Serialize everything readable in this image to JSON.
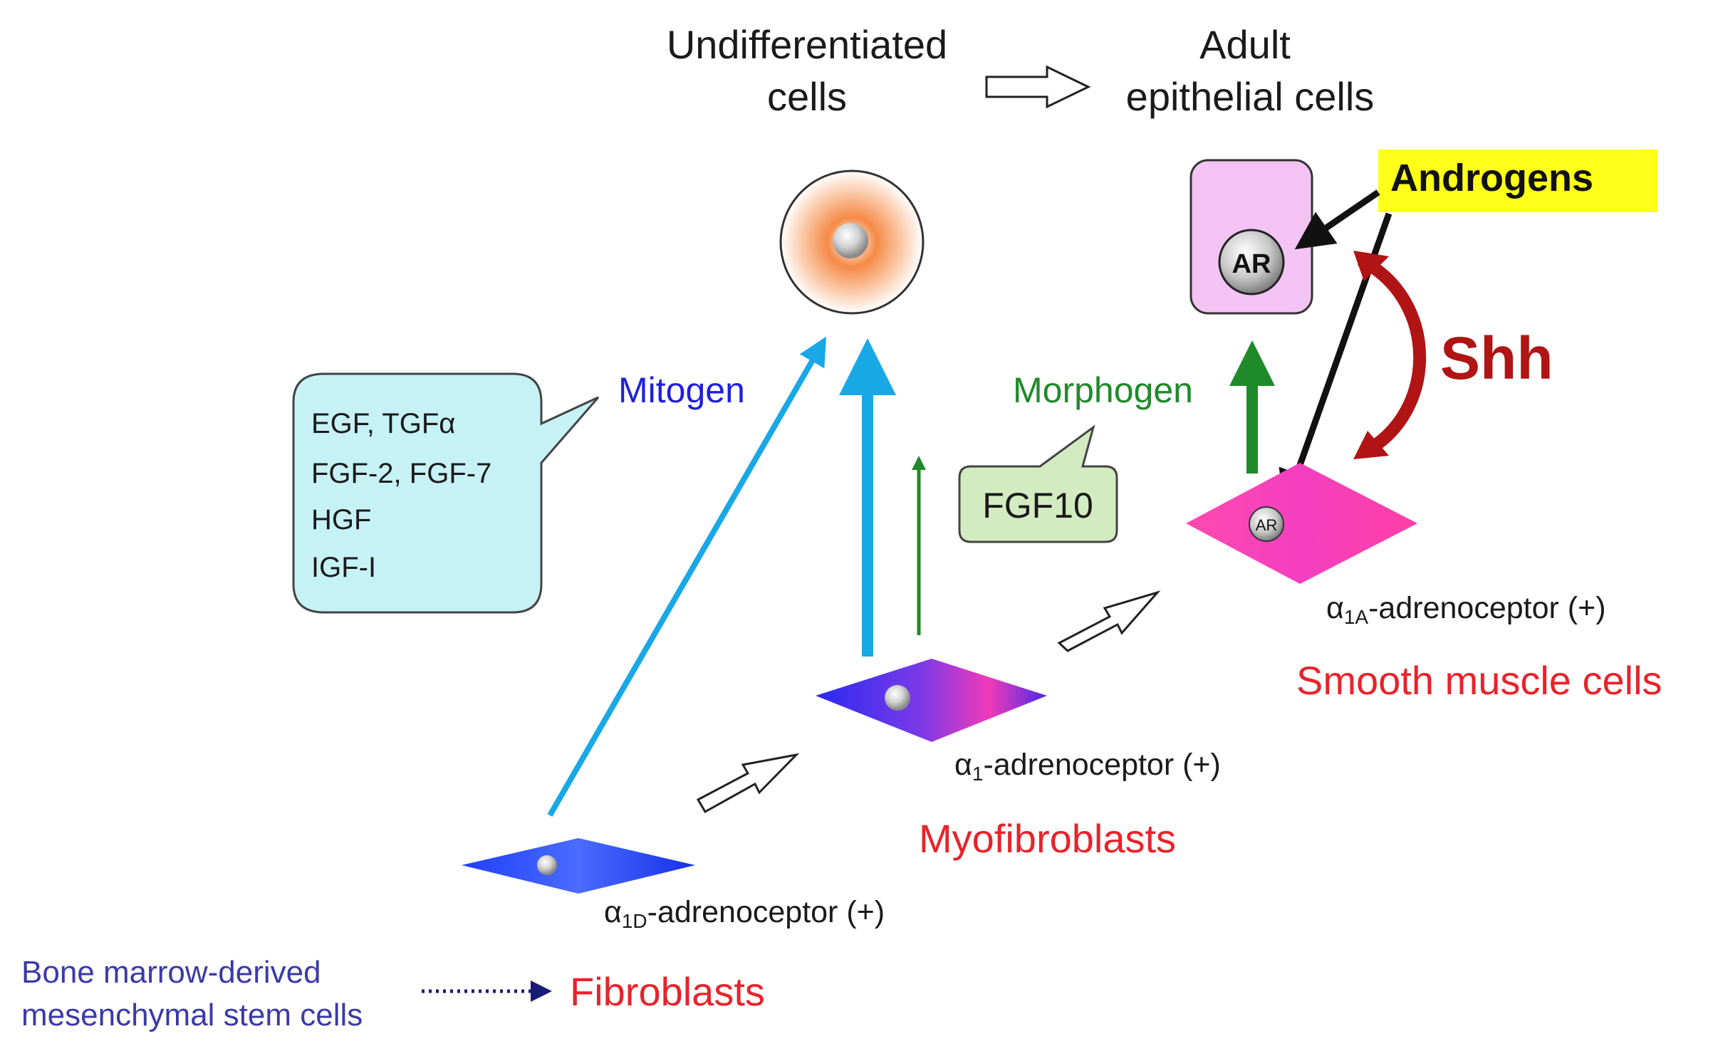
{
  "top": {
    "undiff_line1": "Undifferentiated",
    "undiff_line2": "cells",
    "adult_line1": "Adult",
    "adult_line2": "epithelial cells"
  },
  "androgens": "Androgens",
  "ar_large": "AR",
  "ar_small": "AR",
  "shh": "Shh",
  "mitogen": "Mitogen",
  "morphogen": "Morphogen",
  "fgf10": "FGF10",
  "growth_factors": [
    "EGF, TGFα",
    "FGF-2, FGF-7",
    "HGF",
    "IGF-I"
  ],
  "receptors": {
    "alpha_symbol": "α",
    "a1a_sub": "1A",
    "a1_sub": "1",
    "a1d_sub": "1D",
    "suffix": "-adrenoceptor (+)"
  },
  "cell_types": {
    "smooth_muscle": "Smooth muscle cells",
    "myofibroblasts": "Myofibroblasts",
    "fibroblasts": "Fibroblasts"
  },
  "stem_cells": {
    "line1": "Bone marrow-derived",
    "line2": "mesenchymal stem cells"
  },
  "colors": {
    "mitogen": "#1f1fe0",
    "morphogen": "#1f8a2a",
    "cell_label_red": "#e8232b",
    "shh": "#b01414",
    "androgens_bg": "#ffff1a",
    "stem_text": "#3a3aa8",
    "bubble_cyan": "#c6f2f6",
    "bubble_green": "#d3ebc0",
    "mitogen_arrow": "#18a8e6",
    "epithelial_cell": "#f3c3f3"
  }
}
